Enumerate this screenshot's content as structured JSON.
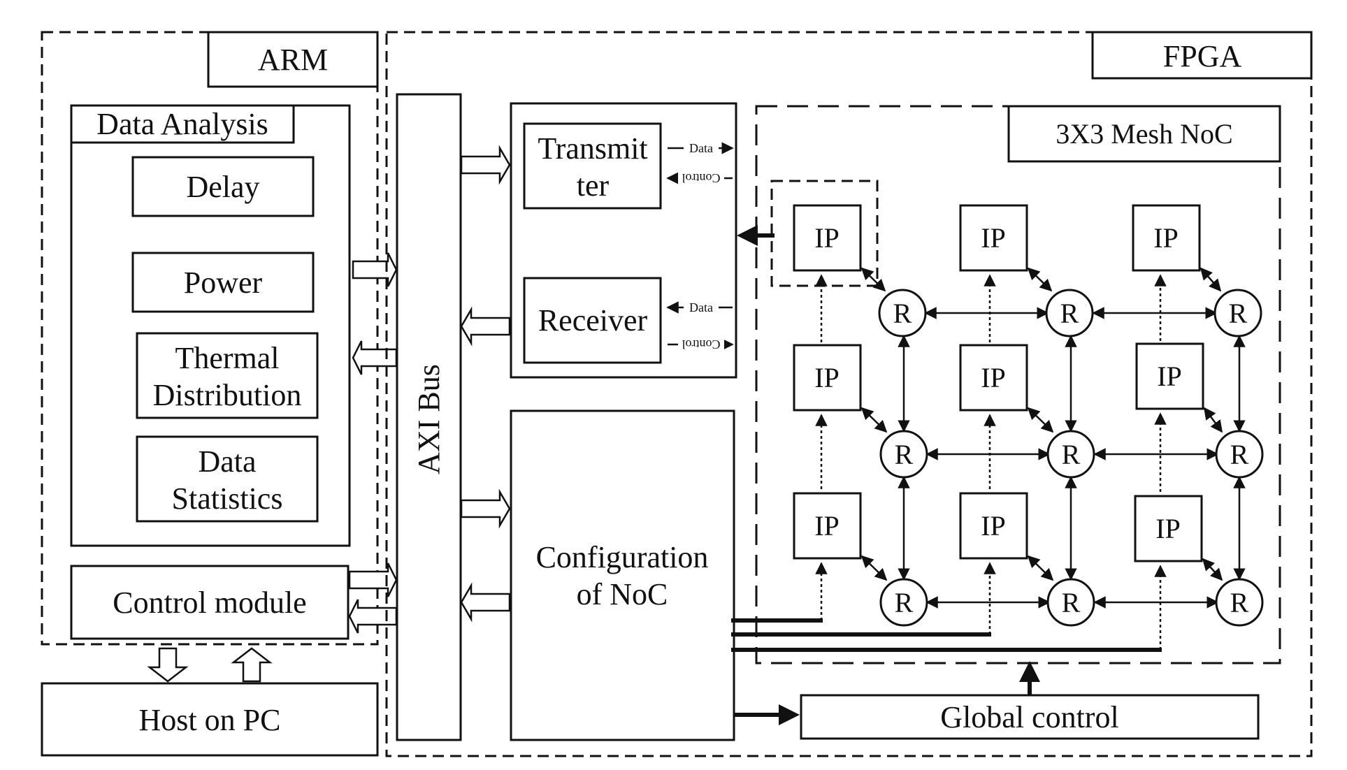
{
  "arm": {
    "title": "ARM",
    "data_analysis": {
      "title": "Data Analysis",
      "items": {
        "delay": "Delay",
        "power": "Power",
        "thermal_1": "Thermal",
        "thermal_2": "Distribution",
        "stats_1": "Data",
        "stats_2": "Statistics"
      }
    },
    "control_module": "Control module"
  },
  "host": "Host on PC",
  "fpga": {
    "title": "FPGA",
    "axi_bus": "AXI Bus",
    "transmitter_1": "Transmit",
    "transmitter_2": "ter",
    "receiver": "Receiver",
    "signal_data": "Data",
    "signal_control": "Control",
    "config_1": "Configuration",
    "config_2": "of NoC",
    "global_control": "Global control",
    "noc": {
      "title": "3X3 Mesh NoC",
      "ip_label": "IP",
      "router_label": "R"
    }
  }
}
